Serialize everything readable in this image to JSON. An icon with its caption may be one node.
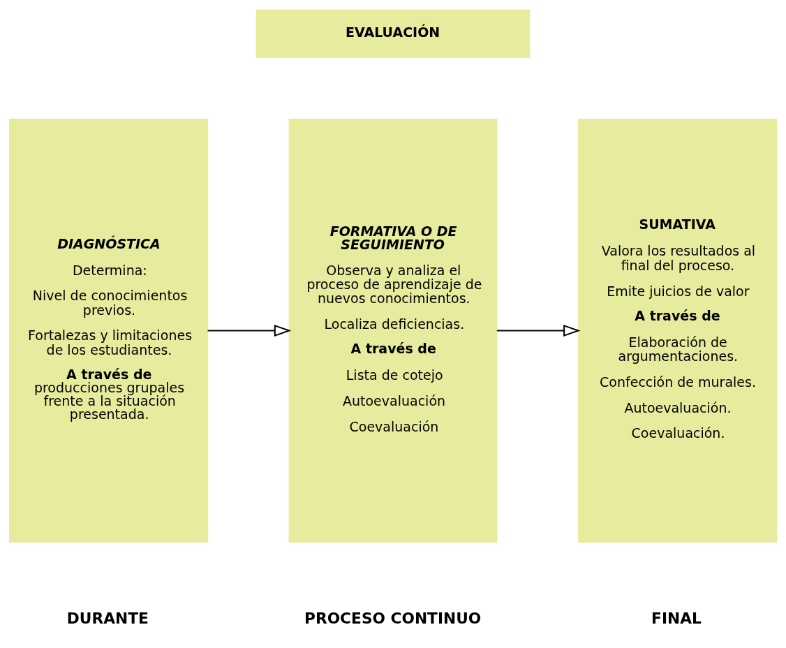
{
  "diagram": {
    "nodes": [
      {
        "text": [
          "EVALUACIÓN"
        ]
      },
      {
        "text": [
          "DIAGNÓSTICA",
          "Determina:",
          "Nivel de conocimientos previos.",
          "Fortalezas y limitaciones de los estudiantes.",
          "**A través de** producciones grupales frente a la situación presentada."
        ]
      },
      {
        "text": [
          "FORMATIVA O DE SEGUIMIENTO",
          "Observa y analiza el proceso de aprendizaje de nuevos conocimientos.",
          "Localiza deficiencias.",
          "**A través de**",
          "Lista de cotejo",
          "Autoevaluación",
          "Coevaluación"
        ]
      },
      {
        "text": [
          "SUMATIVA",
          "Valora los resultados al final del proceso.",
          "Emite juicios de valor",
          "**A través de**",
          "Elaboración de argumentaciones.",
          "Confección de murales.",
          "Autoevaluación.",
          "Coevaluación."
        ]
      }
    ],
    "edges": [
      {
        "from": 1,
        "to": 2,
        "arrow": "to"
      },
      {
        "from": 2,
        "to": 3,
        "arrow": "to"
      }
    ],
    "labels": [
      "DURANTE",
      "PROCESO CONTINUO",
      "FINAL"
    ]
  }
}
